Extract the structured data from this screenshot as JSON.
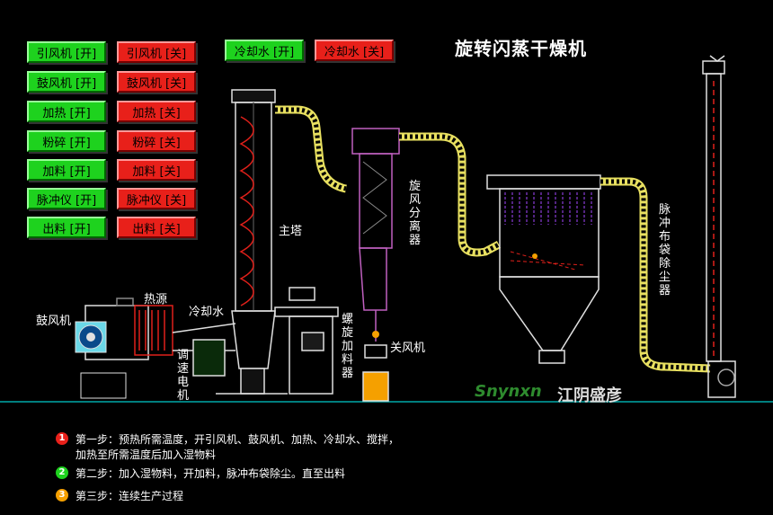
{
  "title": "旋转闪蒸干燥机",
  "controls": [
    {
      "on": "引风机 [开]",
      "off": "引风机 [关]"
    },
    {
      "on": "鼓风机 [开]",
      "off": "鼓风机 [关]"
    },
    {
      "on": "加热 [开]",
      "off": "加热 [关]"
    },
    {
      "on": "粉碎 [开]",
      "off": "粉碎 [关]"
    },
    {
      "on": "加料 [开]",
      "off": "加料 [关]"
    },
    {
      "on": "脉冲仪 [开]",
      "off": "脉冲仪 [关]"
    },
    {
      "on": "出料 [开]",
      "off": "出料 [关]"
    }
  ],
  "cooling": {
    "on": "冷却水 [开]",
    "off": "冷却水 [关]"
  },
  "labels": {
    "main_tower": "主塔",
    "heat_source": "热源",
    "blower": "鼓风机",
    "cooling_water": "冷却水",
    "speed_motor": "调速电机",
    "cyclone": "旋风分离器",
    "screw_feeder": "螺旋加料器",
    "close_fan": "关风机",
    "pulse_bag": "脉冲布袋除尘器"
  },
  "brand": {
    "latin": "Snynxn",
    "cn": "江阴盛彦"
  },
  "steps": [
    {
      "num": "1",
      "color": "#e8201a",
      "text": "第一步：预热所需温度，开引风机、鼓风机、加热、冷却水、搅拌，",
      "text2": "加热至所需温度后加入湿物料"
    },
    {
      "num": "2",
      "color": "#1ed21e",
      "text": "第二步：加入湿物料，开加料，脉冲布袋除尘。直至出料",
      "text2": ""
    },
    {
      "num": "3",
      "color": "#f5a000",
      "text": "第三步：连续生产过程",
      "text2": ""
    }
  ]
}
